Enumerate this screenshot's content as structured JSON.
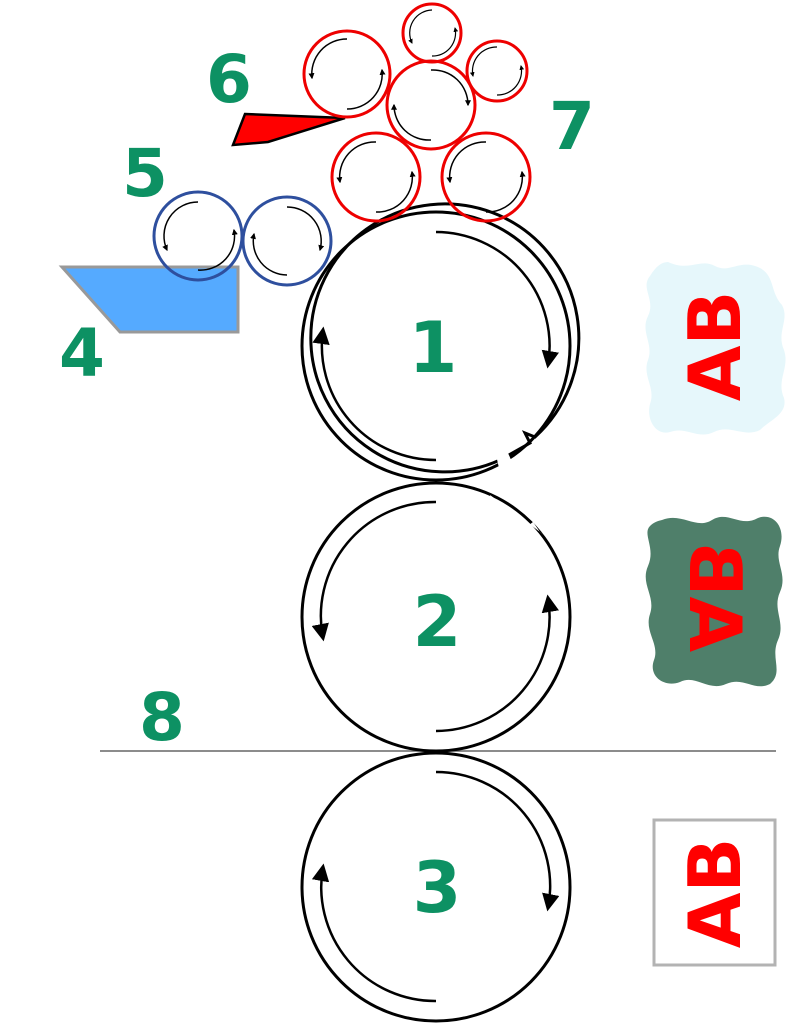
{
  "diagram": {
    "labels": {
      "plate_cylinder": "1",
      "blanket_cylinder": "2",
      "impression_cylinder": "3",
      "water_trough": "4",
      "damping_rollers": "5",
      "ink_fountain": "6",
      "inking_rollers": "7",
      "paper_path": "8"
    },
    "image_stages": [
      {
        "text": "AB",
        "orientation": "plate (rotated, light wash background)"
      },
      {
        "text": "AB",
        "orientation": "blanket (mirrored, dark ink background)"
      },
      {
        "text": "AB",
        "orientation": "printed sheet (rotated, boxed)"
      }
    ]
  },
  "colors": {
    "label_green": "#0d9163",
    "ink_red": "#ff0000",
    "damping_blue": "#2e4f9e",
    "water_fill": "#55aaff",
    "wash_light": "#e6f7fb",
    "ink_dark": "#4f7f6a",
    "stroke": "#000000",
    "paper_line": "#666666",
    "box_border": "#b3b3b3"
  },
  "icons": {
    "rotation_arrow": "curved-arrow",
    "fountain": "red-wedge",
    "trough": "blue-tray"
  }
}
